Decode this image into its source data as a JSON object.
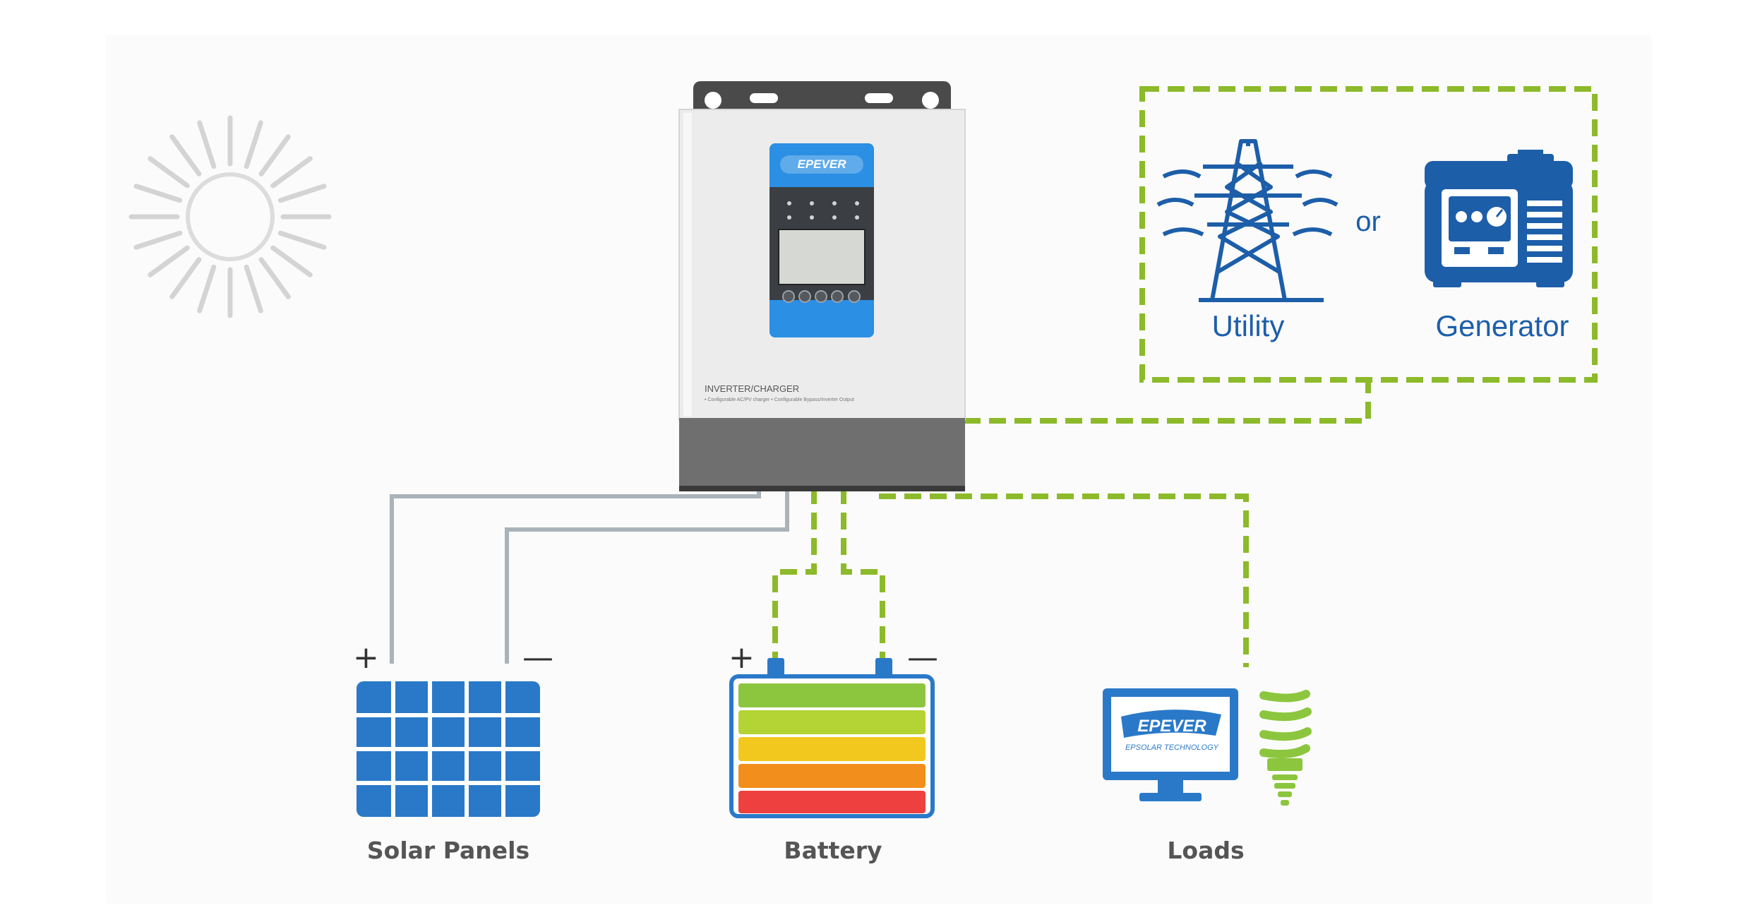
{
  "inverter": {
    "brand": "EPEVER",
    "model_label": "INVERTER/CHARGER",
    "features": "• Configurable AC/PV charger  • Configurable Bypass/Inverter Output"
  },
  "grid_sources": {
    "utility_label": "Utility",
    "or_label": "or",
    "generator_label": "Generator"
  },
  "components": {
    "solar_label": "Solar Panels",
    "battery_label": "Battery",
    "loads_label": "Loads",
    "plus_sign": "+",
    "minus_sign": "—"
  },
  "monitor": {
    "brand": "EPEVER",
    "tagline": "EPSOLAR TECHNOLOGY"
  },
  "colors": {
    "dashed_line": "#8cba2a",
    "ac_wire": "#a9b3b9",
    "icon_blue": "#1d5ea9",
    "panel_blue": "#2a79c9",
    "device_gray": "#6f6f6f",
    "battery_levels": [
      "#8cc63e",
      "#b4d334",
      "#f2c81e",
      "#f28e1c",
      "#ef4040"
    ]
  }
}
